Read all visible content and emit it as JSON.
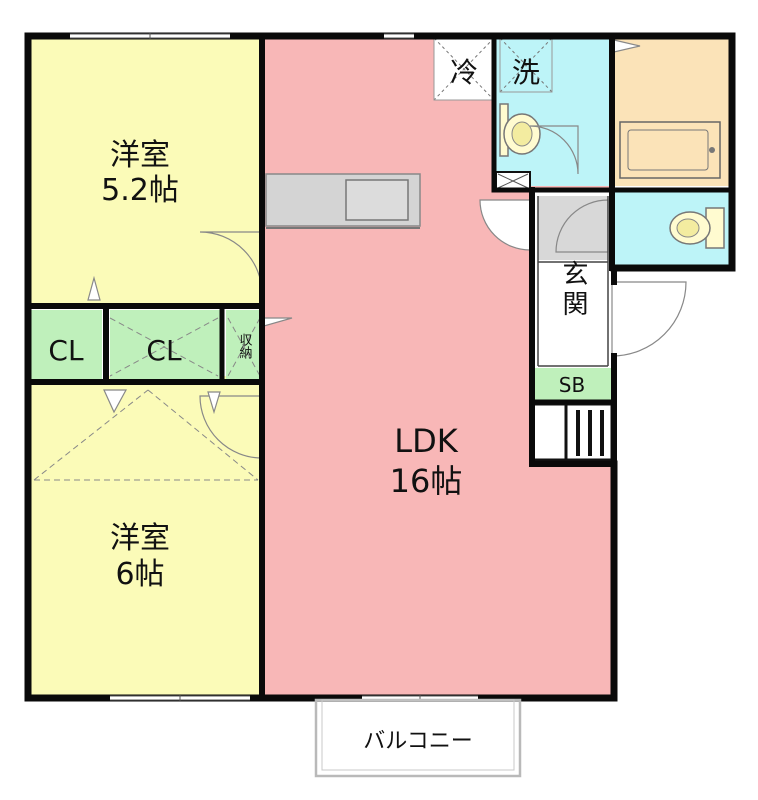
{
  "rooms": {
    "western_room_1": {
      "name": "洋室",
      "size": "5.2帖"
    },
    "western_room_2": {
      "name": "洋室",
      "size": "6帖"
    },
    "ldk": {
      "name": "LDK",
      "size": "16帖"
    },
    "closet_1": "CL",
    "closet_2": "CL",
    "storage": "収納",
    "fridge": "冷",
    "washer": "洗",
    "entrance": "玄関",
    "shoe_box": "SB",
    "balcony": "バルコニー"
  },
  "colors": {
    "western_room": "#fbfbb8",
    "ldk": "#f8b7b7",
    "closet": "#bff0bb",
    "wet_area": "#bdf4f8",
    "bath": "#fbe3b8",
    "entrance": "#d8d8d8",
    "kitchen_counter": "#d4d4d4",
    "wall": "#0a0a0a",
    "balcony_outline": "#b9b9b9"
  },
  "icons": [
    "toilet-icon",
    "toilet-icon",
    "bathtub-icon",
    "kitchen-sink-icon",
    "door-swing-icon"
  ]
}
